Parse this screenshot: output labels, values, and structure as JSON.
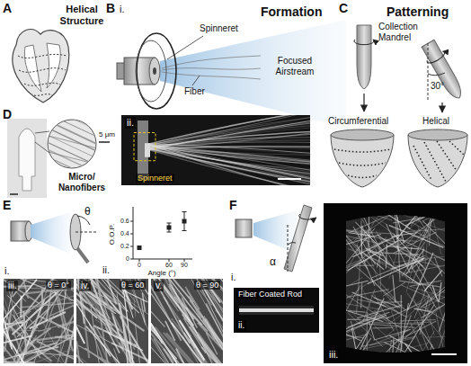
{
  "diagram": {
    "nodes": [
      {
        "text": [
          "ii.",
          "Spinneret"
        ]
      },
      {
        "text": [
          "iii.",
          "θ = 0°"
        ]
      },
      {
        "text": [
          "iv.",
          "θ = 60"
        ]
      },
      {
        "text": [
          "v.",
          "θ = 90"
        ]
      },
      {
        "text": [
          "ii.",
          "Fiber Coated Rod"
        ]
      },
      {
        "text": [
          "iii."
        ]
      }
    ],
    "labels": [
      "A",
      "Helical Structure",
      "B",
      "i.",
      "Formation",
      "Spinneret",
      "Fiber",
      "Focused Airstream",
      "C",
      "Patterning",
      "Collection Mandrel",
      "30°",
      "Circumferential",
      "Helical",
      "D",
      "5 μm",
      "Micro/ Nanofibers",
      "E",
      "θ",
      "i.",
      "ii.",
      "O.O.P.",
      "0.6",
      "0.4",
      "0.2",
      "0",
      "0",
      "60",
      "90",
      "Angle (°)",
      "F",
      "α",
      "i."
    ]
  }
}
